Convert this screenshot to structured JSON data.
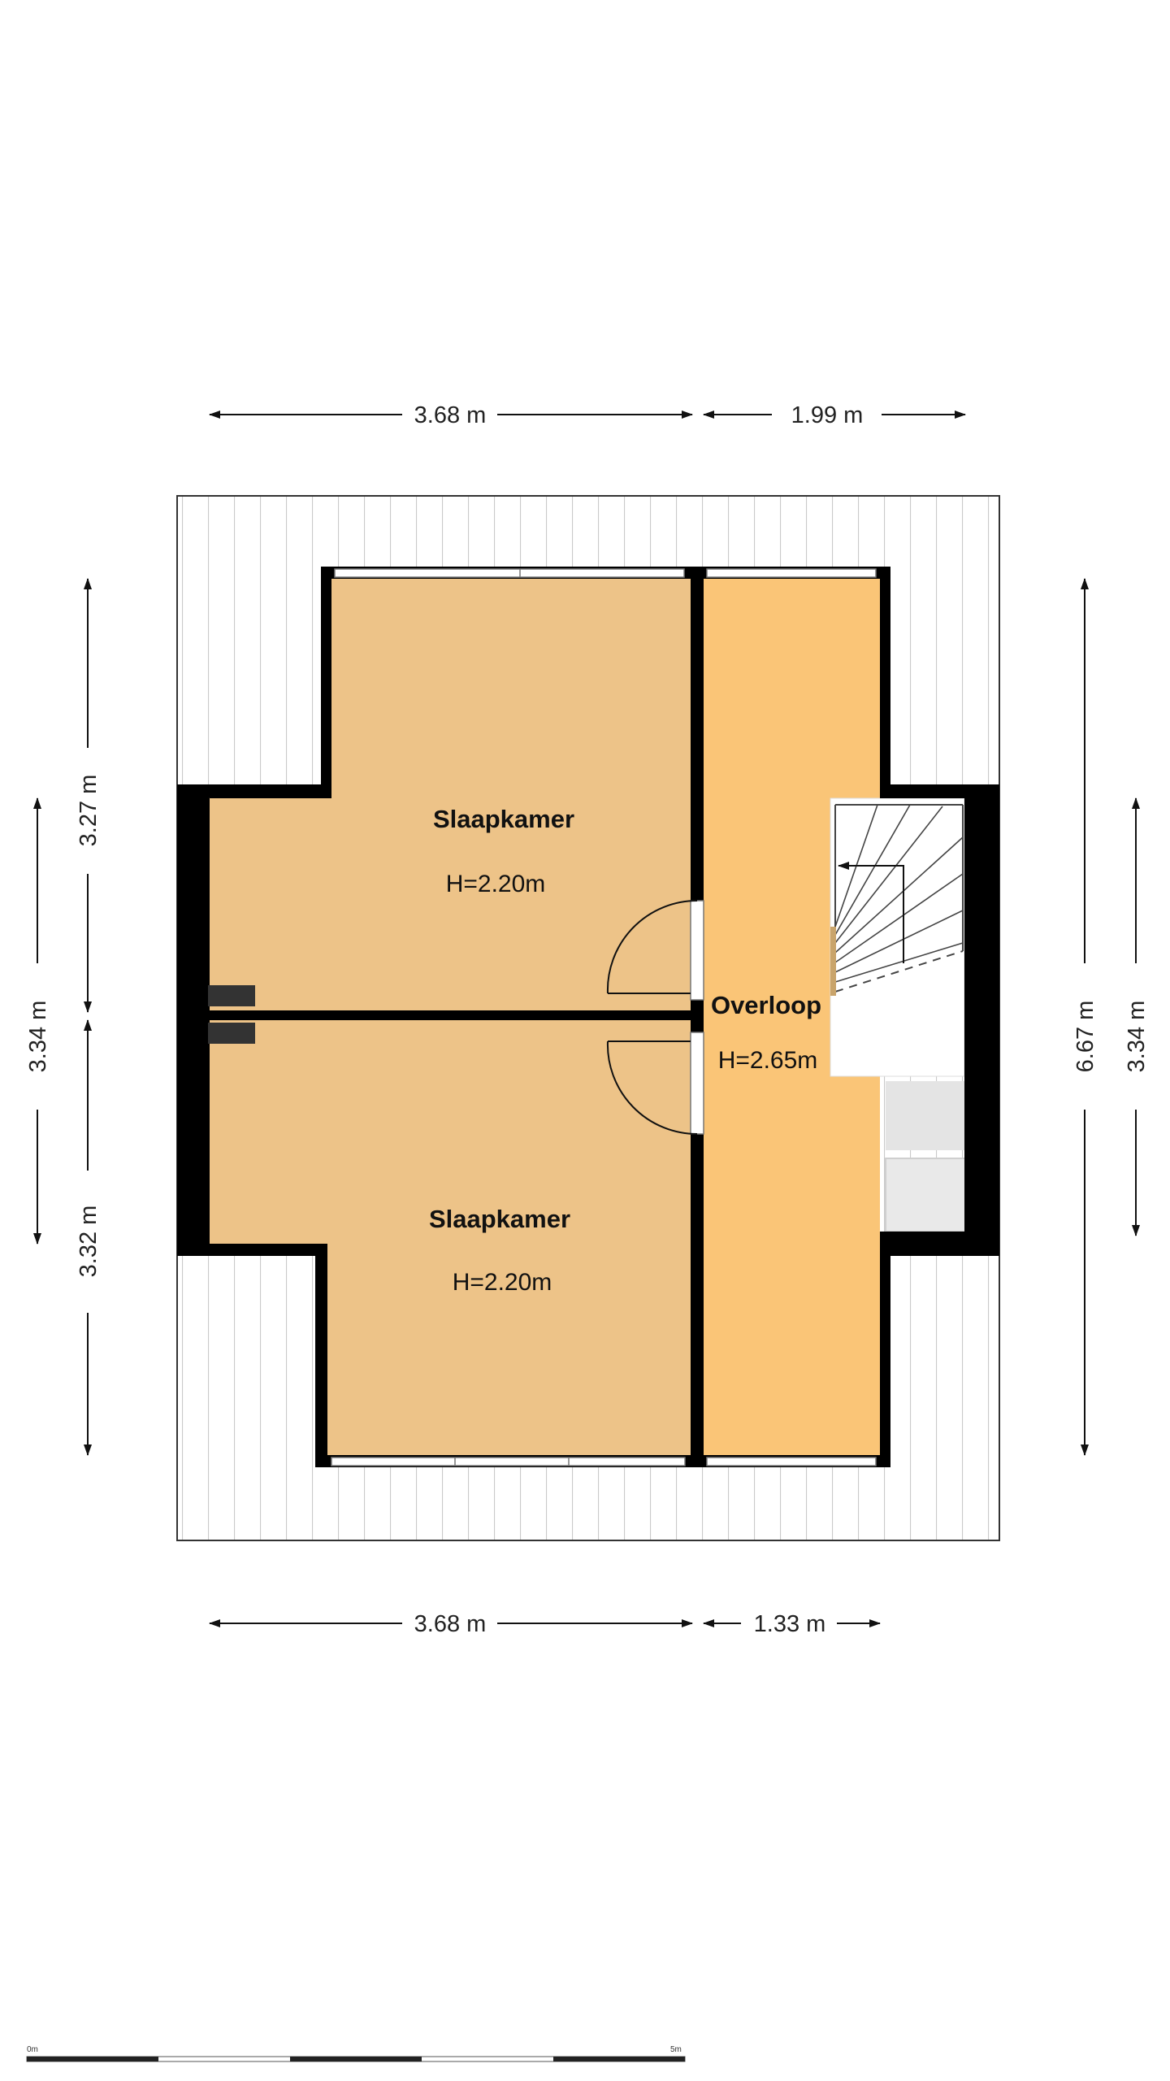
{
  "rooms": [
    {
      "name": "Slaapkamer",
      "height": "H=2.20m"
    },
    {
      "name": "Slaapkamer",
      "height": "H=2.20m"
    },
    {
      "name": "Overloop",
      "height": "H=2.65m"
    }
  ],
  "dimensions": {
    "top_left": "3.68 m",
    "top_right": "1.99 m",
    "bottom_left": "3.68 m",
    "bottom_right": "1.33 m",
    "left_upper": "3.27 m",
    "left_lower": "3.32 m",
    "left_outer": "3.34 m",
    "right_inner": "6.67 m",
    "right_outer": "3.34 m"
  },
  "scale_bar": {
    "start": "0m",
    "end": "5m"
  },
  "colors": {
    "bedroom_fill": "#edc388",
    "landing_fill": "#fac577",
    "wall": "#000000",
    "roof_stripe": "#c9c9c9"
  }
}
